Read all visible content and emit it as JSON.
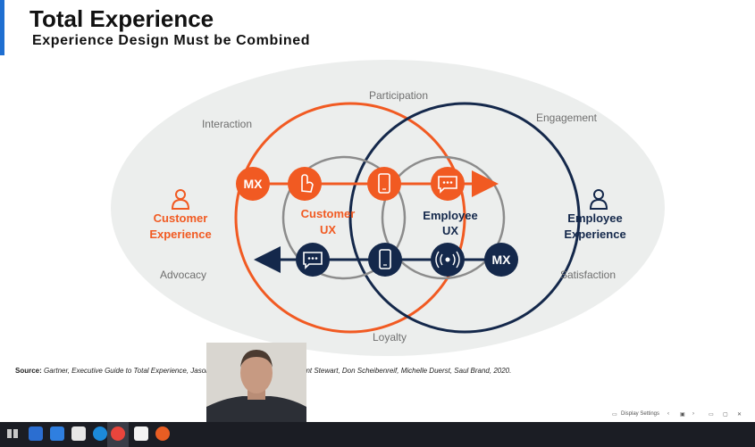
{
  "slide": {
    "title": "Total Experience",
    "subtitle": "Experience Design Must be Combined"
  },
  "diagram": {
    "labels": {
      "participation": "Participation",
      "interaction": "Interaction",
      "engagement": "Engagement",
      "advocacy": "Advocacy",
      "satisfaction": "Satisfaction",
      "loyalty": "Loyalty"
    },
    "customer_experience": [
      "Customer",
      "Experience"
    ],
    "employee_experience": [
      "Employee",
      "Experience"
    ],
    "customer_ux": [
      "Customer",
      "UX"
    ],
    "employee_ux": [
      "Employee",
      "UX"
    ],
    "mx_left": "MX",
    "mx_right": "MX",
    "colors": {
      "orange": "#f15a22",
      "navy": "#14284b",
      "gray": "#8c8c8c",
      "ellipse": "#eceeed"
    }
  },
  "source": {
    "label": "Source:",
    "text": "Gartner, Executive Guide to Total Experience, Jason",
    "text_end": "Chiu, Brent Stewart, Don Scheibenreif, Michelle Duerst, Saul Brand, 2020."
  },
  "statusbar": {
    "display_settings": "Display Settings"
  }
}
